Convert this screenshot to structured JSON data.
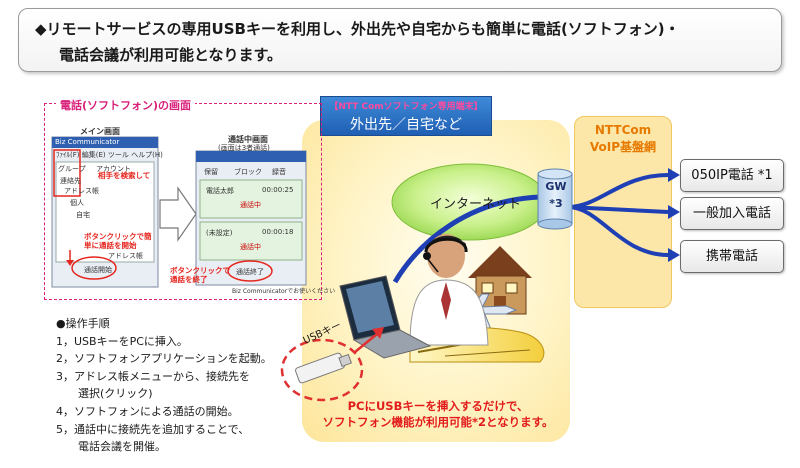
{
  "header": {
    "line1": "◆リモートサービスの専用USBキーを利用し、外出先や自宅からも簡単に電話(ソフトフォン)・",
    "line2": "電話会議が利用可能となります。"
  },
  "softphone": {
    "section_label": "電話(ソフトフォン)の画面",
    "main_screen_label": "メイン画面",
    "call_screen_label": "通話中画面",
    "call_screen_sublabel": "(画面は3者通話)",
    "app_title": "Biz Communicator",
    "menu_items": [
      "ﾌｧｲﾙ(F)",
      "編集(E)",
      "ツール",
      "ヘルプ(H)"
    ],
    "tabs": [
      "グループ",
      "アカウント"
    ],
    "tree_items": [
      "連絡先",
      "アドレス帳",
      "個人",
      "自宅"
    ],
    "callout_search": "相手を検索して",
    "callout_click": "ボタンクリックで簡単に通話を開始",
    "address_button": "アドレス帳",
    "call_button": "通話開始",
    "call_tabs": [
      "保留",
      "ブロック",
      "録音"
    ],
    "callers": [
      {
        "name": "電話太郎",
        "status": "通話中",
        "time": "00:00:25"
      },
      {
        "name": "(未設定)",
        "status": "通話中",
        "time": "00:00:18"
      }
    ],
    "hangup_button": "通話終了",
    "hangup_callout": "ボタンクリックで通話を終了",
    "footer_text": "Biz Communicatorでお使いください"
  },
  "location": {
    "tag_top": "【NTT Comソフトフォン専用端末】",
    "tag_main": "外出先／自宅など"
  },
  "internet_label": "インターネット",
  "gw": {
    "label": "GW",
    "note": "*3"
  },
  "ntt": {
    "line1": "NTTCom",
    "line2": "VoIP基盤網"
  },
  "destinations": [
    "050IP電話 *1",
    "一般加入電話",
    "携帯電話"
  ],
  "usb_label": "USBキー",
  "bottom_text": {
    "line1": "PCにUSBキーを挿入するだけで、",
    "line2": "ソフトフォン機能が利用可能*2となります。"
  },
  "steps": {
    "title": "●操作手順",
    "items": [
      "1，USBキーをPCに挿入。",
      "2，ソフトフォンアプリケーションを起動。",
      "3，アドレス帳メニューから、接続先を",
      "　　選択(クリック)",
      "4，ソフトフォンによる通話の開始。",
      "5，通話中に接続先を追加することで、",
      "　　電話会議を開催。"
    ]
  },
  "colors": {
    "accent_pink": "#d9207a",
    "arrow_blue": "#1f3fb5",
    "orange": "#e67a00",
    "red": "#e21c1c"
  }
}
